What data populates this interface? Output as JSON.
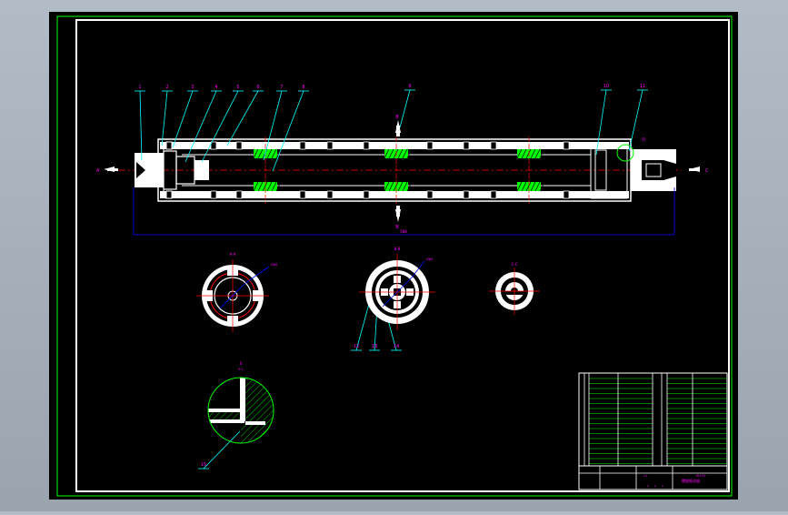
{
  "colors": {
    "bg": "#000000",
    "part": "#ffffff",
    "leader": "#00ffff",
    "center_line": "#ff0000",
    "label": "#ff00ff",
    "title_block_line": "#00ff00",
    "hatch": "#00ff00",
    "dimension": "#0000ff",
    "section_arrow": "#ffffff"
  },
  "balloons": [
    "1",
    "2",
    "3",
    "4",
    "5",
    "6",
    "7",
    "8",
    "9",
    "10",
    "11",
    "12",
    "13",
    "14",
    "15"
  ],
  "section_marks": {
    "left": "A",
    "right": "C",
    "top": "B",
    "bottom": "B",
    "detail_circle": "II"
  },
  "views": {
    "view_aa": "A-A",
    "view_bb": "B-B",
    "view_cc": "C-C",
    "detail": "II",
    "detail_scale": "5:1",
    "dim_aa": "Ø84",
    "dim_bb": "Ø84",
    "dim_overall": "588"
  },
  "title_block": {
    "name": "螺旋推进器",
    "drawing_no": "SH-01",
    "scale": "1:1",
    "mark_s": "S",
    "mark_a": "A",
    "mark_c": "C"
  }
}
